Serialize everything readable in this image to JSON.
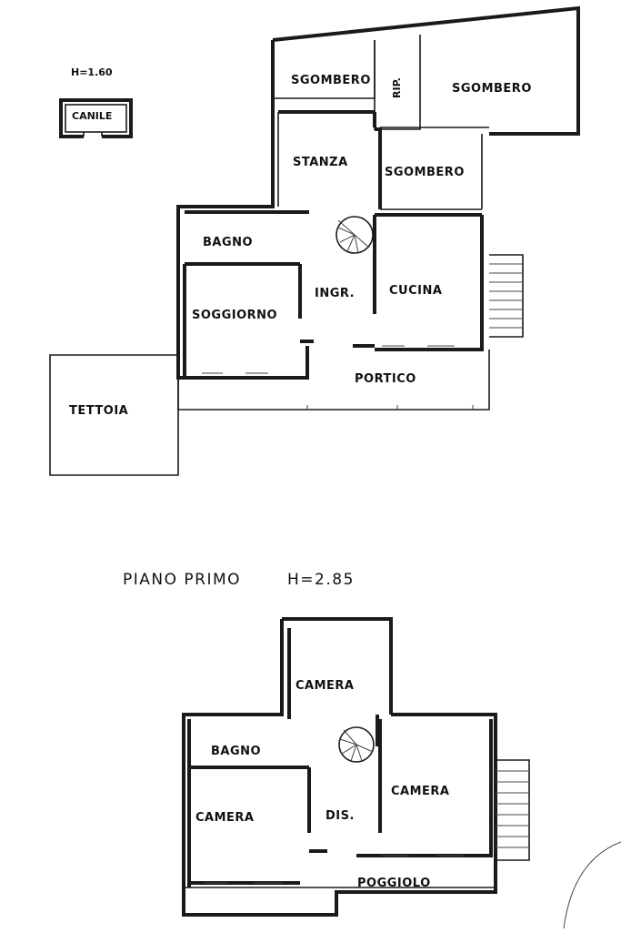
{
  "ground_floor": {
    "kennel_height": "H=1.60",
    "kennel": "CANILE",
    "rooms": {
      "sgombero_a": "SGOMBERO",
      "rip": "RIP.",
      "sgombero_b": "SGOMBERO",
      "stanza": "STANZA",
      "sgombero_c": "SGOMBERO",
      "bagno": "BAGNO",
      "ingr": "INGR.",
      "cucina": "CUCINA",
      "soggiorno": "SOGGIORNO",
      "portico": "PORTICO",
      "tettoia": "TETTOIA"
    }
  },
  "first_floor": {
    "title": "PIANO PRIMO",
    "height": "H=2.85",
    "rooms": {
      "camera_top": "CAMERA",
      "bagno": "BAGNO",
      "camera_right": "CAMERA",
      "camera_left": "CAMERA",
      "dis": "DIS.",
      "poggiolo": "POGGIOLO"
    }
  }
}
